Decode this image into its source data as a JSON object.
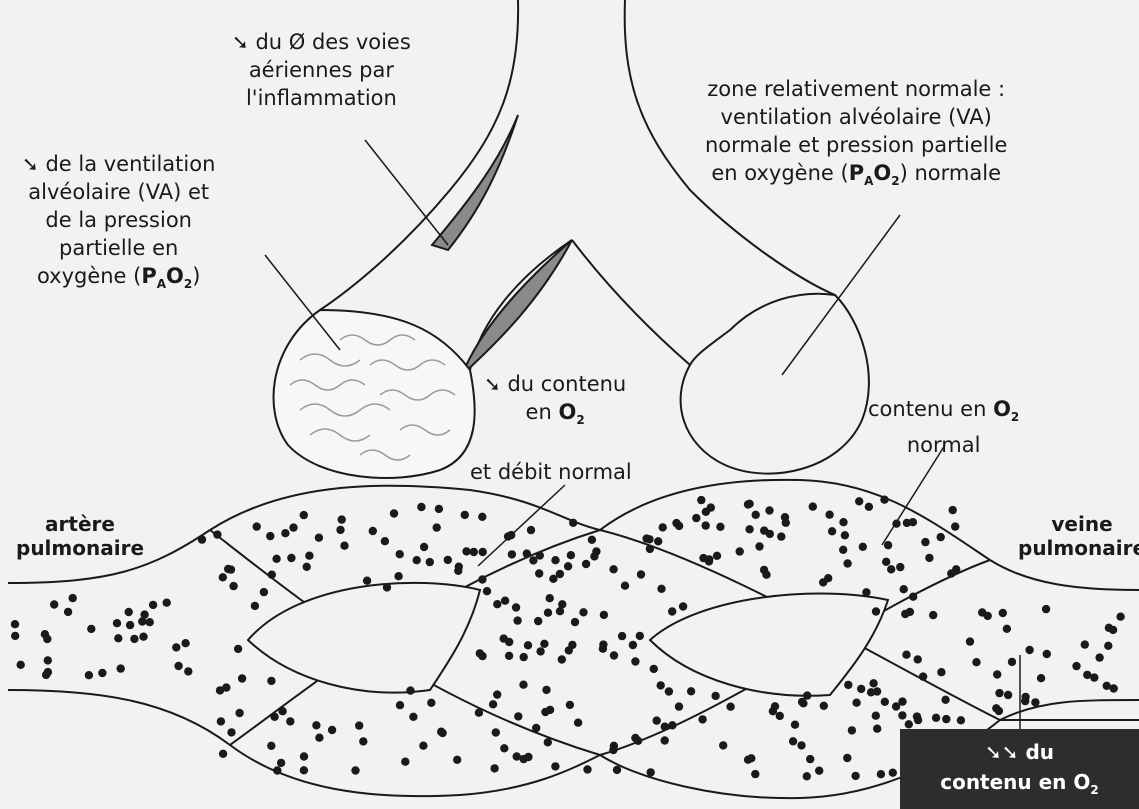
{
  "labels": {
    "airway_diameter": {
      "arrow": "➘",
      "line1": " du Ø des voies",
      "line2": "aériennes par",
      "line3": "l'inflammation"
    },
    "low_ventilation": {
      "arrow": "➘",
      "line1": " de la ventilation",
      "line2": "alvéolaire (VA) et",
      "line3": "de la pression",
      "line4": "partielle en",
      "line5_prefix": "oxygène (",
      "formula": {
        "p": "P",
        "a": "A",
        "o": "O",
        "two": "2"
      },
      "line5_suffix": ")"
    },
    "normal_zone": {
      "line1": "zone relativement normale :",
      "line2": "ventilation alvéolaire (VA)",
      "line3": "normale et pression partielle",
      "line4_prefix": "en oxygène (",
      "line4_suffix": ") normale"
    },
    "low_content": {
      "arrow": "➘",
      "line1": " du contenu",
      "line2_prefix": "en ",
      "o2": "O",
      "o2_sub": "2"
    },
    "normal_flow": "et débit normal",
    "normal_content": {
      "line1": "contenu en ",
      "o2": "O",
      "o2_sub": "2",
      "line2": "normal"
    },
    "artery": {
      "line1": "artère",
      "line2": "pulmonaire"
    },
    "vein": {
      "line1": "veine",
      "line2": "pulmonaire"
    },
    "very_low_content": {
      "arrows": "➘➘",
      "line1": " du",
      "line2_prefix": "contenu en ",
      "o2": "O",
      "o2_sub": "2"
    }
  },
  "colors": {
    "background": "#f2f2f0",
    "ink": "#1a1a1a",
    "wall_shading": "#8a8a8a",
    "dark_box": "#2d2d2d"
  }
}
